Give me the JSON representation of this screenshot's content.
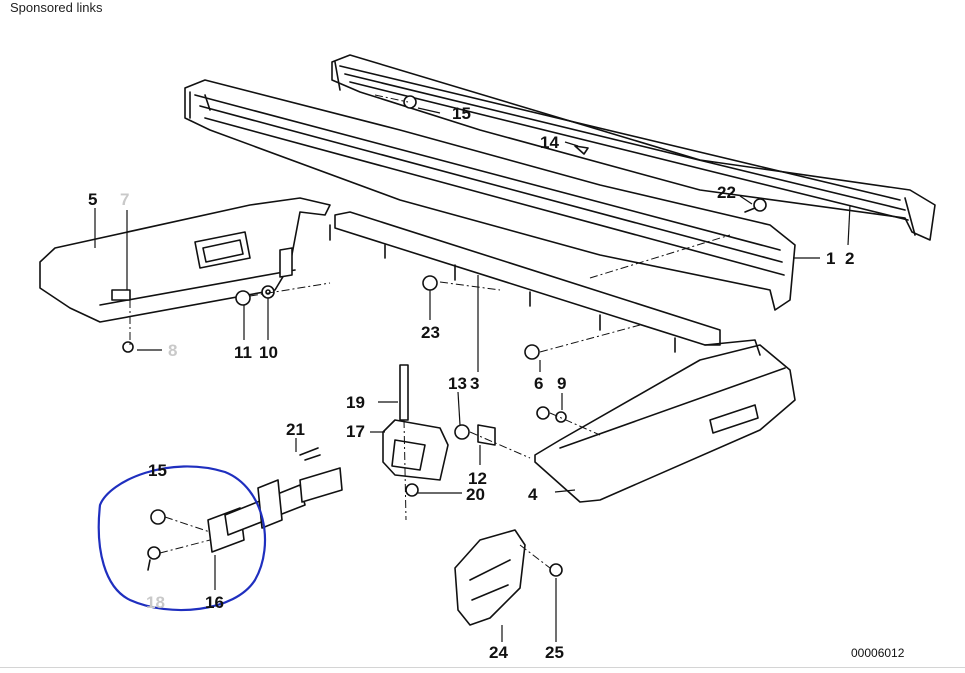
{
  "header": {
    "sponsored": "Sponsored links"
  },
  "diagram": {
    "drawing_number": "00006012",
    "labels": [
      {
        "id": "p15a",
        "text": "15"
      },
      {
        "id": "p14",
        "text": "14"
      },
      {
        "id": "p22",
        "text": "22"
      },
      {
        "id": "p1",
        "text": "1"
      },
      {
        "id": "p2",
        "text": "2"
      },
      {
        "id": "p5",
        "text": "5"
      },
      {
        "id": "p7",
        "text": "7"
      },
      {
        "id": "p8",
        "text": "8"
      },
      {
        "id": "p11",
        "text": "11"
      },
      {
        "id": "p10",
        "text": "10"
      },
      {
        "id": "p23",
        "text": "23"
      },
      {
        "id": "p13",
        "text": "13"
      },
      {
        "id": "p3",
        "text": "3"
      },
      {
        "id": "p6",
        "text": "6"
      },
      {
        "id": "p9",
        "text": "9"
      },
      {
        "id": "p19",
        "text": "19"
      },
      {
        "id": "p21",
        "text": "21"
      },
      {
        "id": "p17",
        "text": "17"
      },
      {
        "id": "p12",
        "text": "12"
      },
      {
        "id": "p20",
        "text": "20"
      },
      {
        "id": "p4",
        "text": "4"
      },
      {
        "id": "p15b",
        "text": "15"
      },
      {
        "id": "p18",
        "text": "18"
      },
      {
        "id": "p16",
        "text": "16"
      },
      {
        "id": "p24",
        "text": "24"
      },
      {
        "id": "p25",
        "text": "25"
      }
    ]
  },
  "colors": {
    "line": "#111111",
    "highlight": "#1f2fbf",
    "faded_label": "#c9c9c9"
  }
}
